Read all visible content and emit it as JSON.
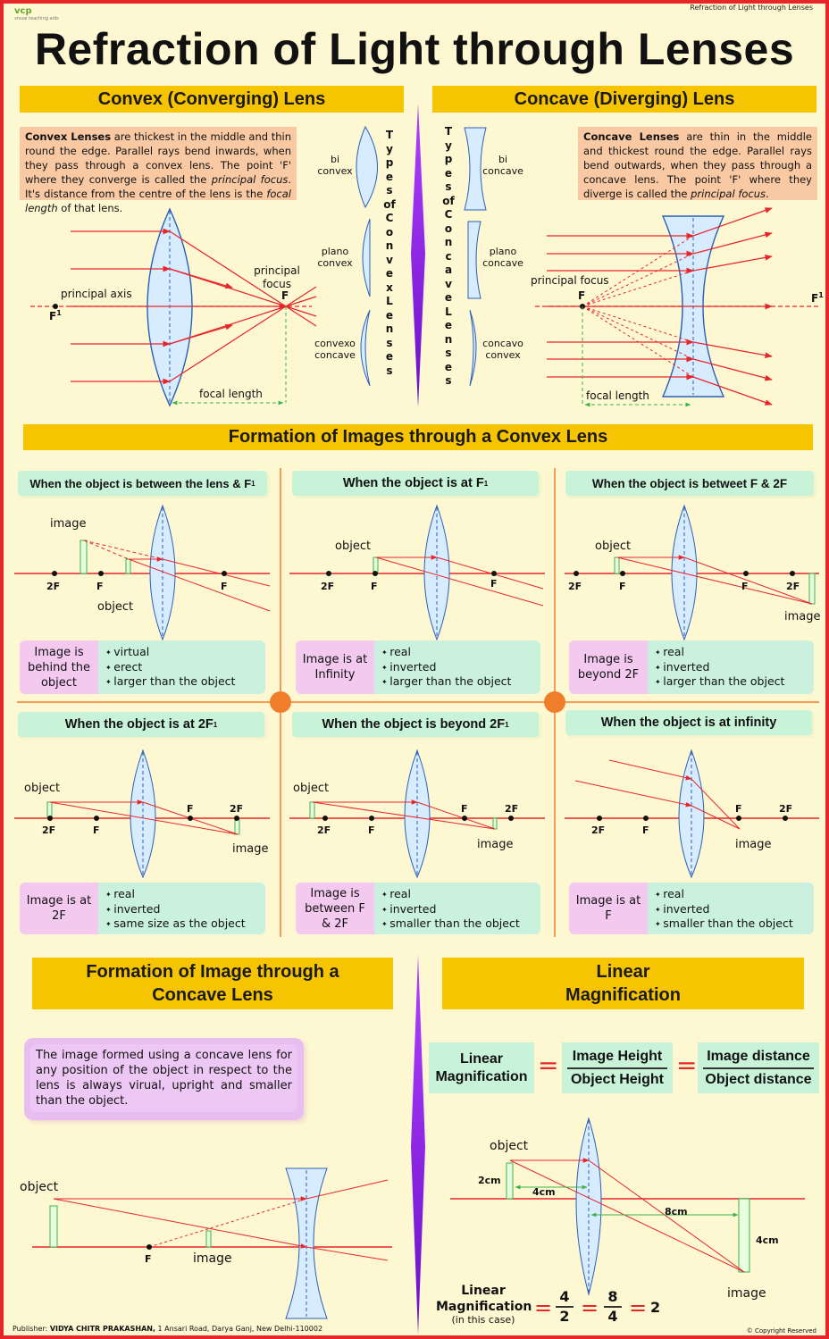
{
  "header": {
    "top_right": "Refraction of Light through Lenses",
    "logo": "vcp",
    "logo_sub": "visual teaching aids"
  },
  "title": "Refraction of Light through Lenses",
  "convex": {
    "heading": "Convex (Converging) Lens",
    "desc_bold": "Convex Lenses",
    "desc": " are thickest in the middle and thin round the edge. Parallel rays bend inwards, when they pass through a convex lens. The point 'F' where they converge is called the ",
    "desc_i1": "principal focus",
    "desc2": ". It's distance from the centre of the lens is the ",
    "desc_i2": "focal length",
    "desc3": " of that lens.",
    "principal_axis": "principal axis",
    "f1": "F",
    "principal_focus": "principal focus",
    "f": "F",
    "focal_length": "focal length",
    "types_label": "Types of Convex Lenses",
    "types": [
      "bi convex",
      "plano convex",
      "convexo concave"
    ]
  },
  "concave": {
    "heading": "Concave (Diverging) Lens",
    "desc_bold": "Concave Lenses",
    "desc": " are thin in the middle and thickest round the edge. Parallel rays bend outwards, when they pass through a concave lens. The point 'F' where they diverge is called the ",
    "desc_i1": "principal focus",
    "desc2": ".",
    "principal_focus": "principal focus",
    "f": "F",
    "f1": "F",
    "focal_length": "focal length",
    "types_label": "Types of Concave Lenses",
    "types": [
      "bi concave",
      "plano concave",
      "concavo convex"
    ]
  },
  "formation": {
    "heading": "Formation of Images through a Convex Lens",
    "cells": [
      {
        "title": "When the object is between the lens & F",
        "result": "Image is behind the object",
        "props": [
          "virtual",
          "erect",
          "larger than the object"
        ]
      },
      {
        "title": "When the object is at F",
        "result": "Image is at Infinity",
        "props": [
          "real",
          "inverted",
          "larger than the object"
        ]
      },
      {
        "title": "When the object is betweet F & 2F",
        "result": "Image is beyond 2F",
        "props": [
          "real",
          "inverted",
          "larger than the object"
        ]
      },
      {
        "title": "When the object is at 2F",
        "result": "Image is at 2F",
        "props": [
          "real",
          "inverted",
          "same size as the object"
        ]
      },
      {
        "title": "When the object is beyond 2F",
        "result": "Image is between F & 2F",
        "props": [
          "real",
          "inverted",
          "smaller than the object"
        ]
      },
      {
        "title": "When the object is at infinity",
        "result": "Image is at F",
        "props": [
          "real",
          "inverted",
          "smaller than the object"
        ]
      }
    ],
    "labels": {
      "image": "image",
      "object": "object",
      "f2": "2F",
      "f": "F",
      "sup": "1"
    }
  },
  "concave_image": {
    "heading": "Formation of Image through a Concave Lens",
    "desc": "The image formed using a concave lens for any position of the object in respect to the lens is always virual, upright and smaller than the object.",
    "object": "object",
    "image": "image",
    "f": "F"
  },
  "magnification": {
    "heading": "Linear Magnification",
    "lm": "Linear Magnification",
    "num1": "Image Height",
    "den1": "Object Height",
    "num2": "Image distance",
    "den2": "Object distance",
    "object": "object",
    "image": "image",
    "d_2cm": "2cm",
    "d_4cm": "4cm",
    "d_8cm": "8cm",
    "d_4cm_b": "4cm",
    "case_label": "Linear Magnification",
    "case_sub": "(in this case)",
    "eq": [
      "4",
      "2",
      "8",
      "4",
      "2"
    ]
  },
  "footer": {
    "publisher_label": "Publisher:",
    "publisher": "VIDYA CHITR PRAKASHAN,",
    "address": "1 Ansari Road, Darya Ganj, New Delhi-110002",
    "copyright": "© Copyright Reserved"
  },
  "colors": {
    "red": "#e8262a",
    "yellow": "#f6c400",
    "lens": "#d8ecff",
    "bg": "#fdf8d2",
    "purple": "#8e1ae0",
    "orange": "#ef7d2a"
  }
}
